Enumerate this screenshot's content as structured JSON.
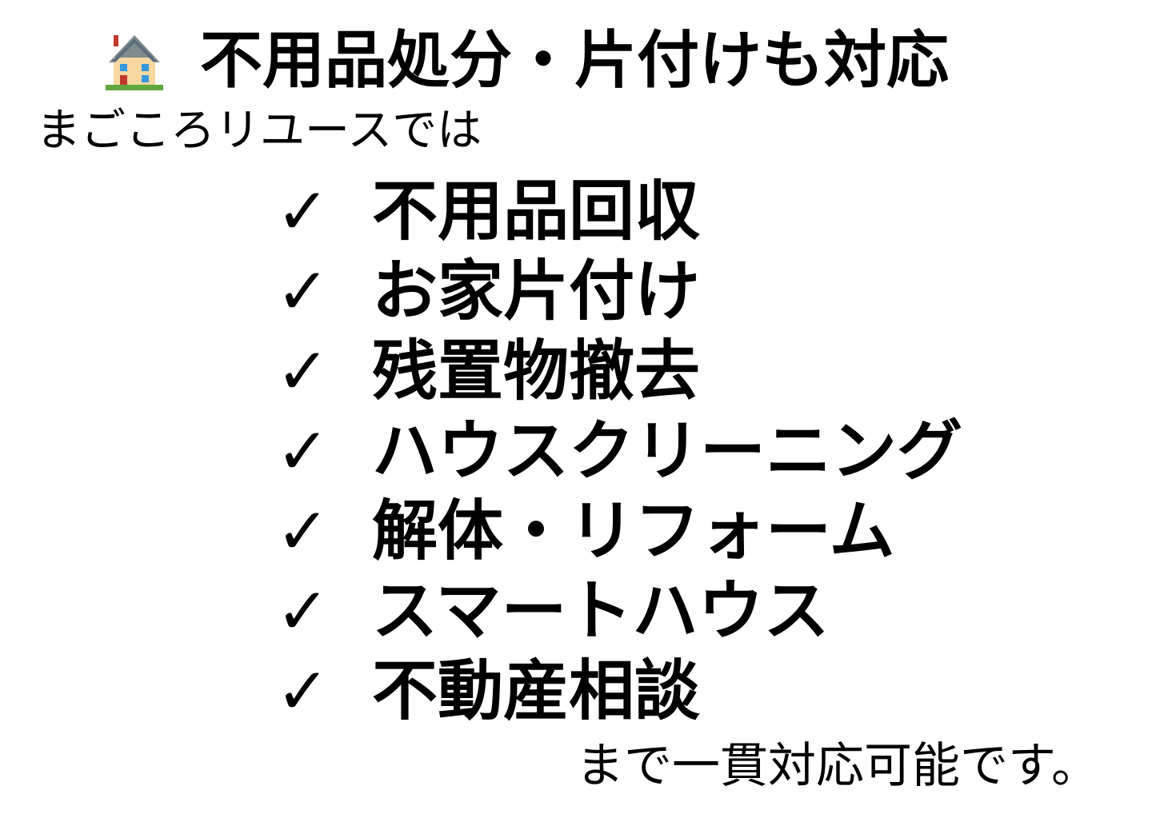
{
  "title": "不用品処分・片付けも対応",
  "intro": "まごころリユースでは",
  "check_symbol": "✓",
  "services": [
    "不用品回収",
    "お家片付け",
    "残置物撤去",
    "ハウスクリーニング",
    "解体・リフォーム",
    "スマートハウス",
    "不動産相談"
  ],
  "outro": "まで一貫対応可能です。"
}
